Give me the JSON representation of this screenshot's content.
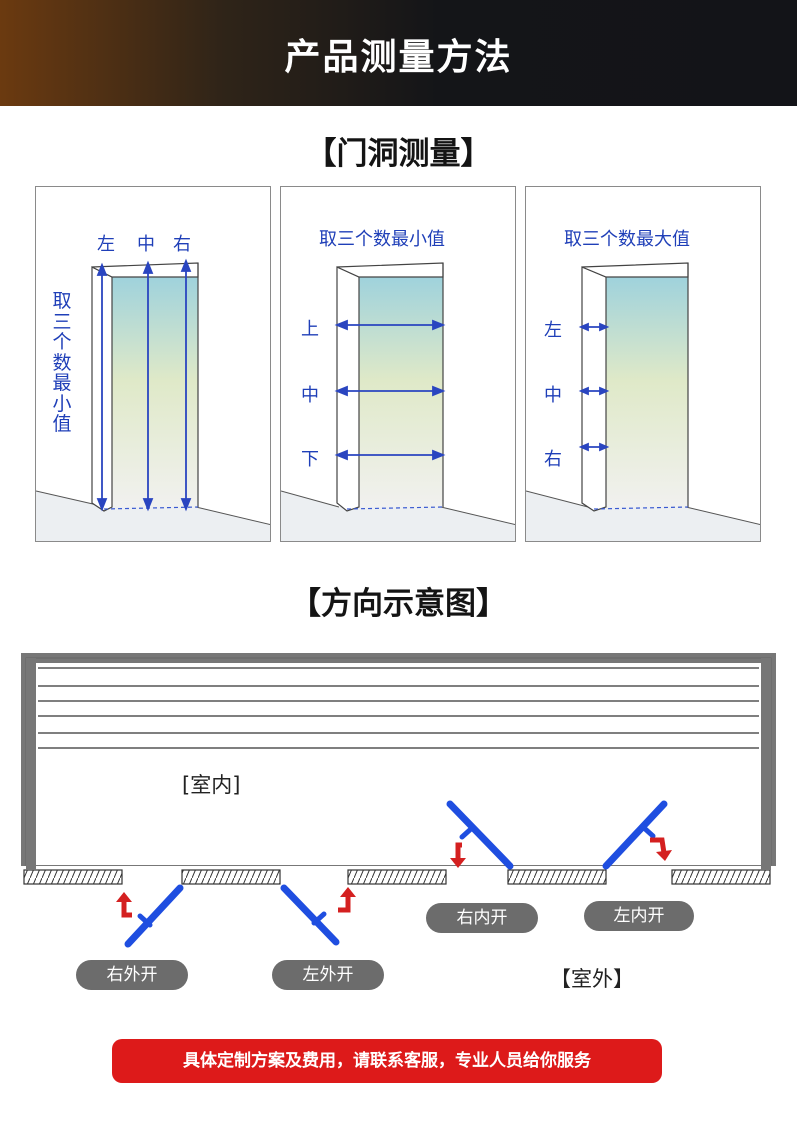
{
  "header": {
    "title": "产品测量方法"
  },
  "measure_section": {
    "title": "【门洞测量】",
    "panels": [
      {
        "top_labels": [
          "左",
          "中",
          "右"
        ],
        "side_text": [
          "取",
          "三",
          "个",
          "数",
          "最",
          "小",
          "值"
        ]
      },
      {
        "caption": "取三个数最小值",
        "row_labels": [
          "上",
          "中",
          "下"
        ]
      },
      {
        "caption": "取三个数最大值",
        "row_labels": [
          "左",
          "中",
          "右"
        ]
      }
    ]
  },
  "direction_section": {
    "title": "【方向示意图】",
    "indoor_label": "[室内]",
    "outdoor_label": "【室外】",
    "door_types": [
      "右外开",
      "左外开",
      "右内开",
      "左内开"
    ]
  },
  "colors": {
    "accent_blue": "#1f3fb8",
    "door_blue": "#1f4ee0",
    "arrow_red": "#d42020",
    "cta_red": "#dd1a1a"
  },
  "footer": {
    "cta_text": "具体定制方案及费用，请联系客服，专业人员给你服务"
  }
}
